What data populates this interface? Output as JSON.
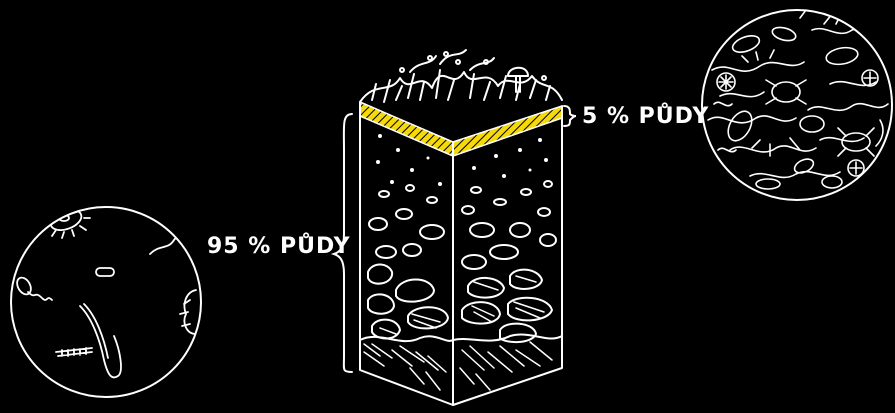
{
  "labels": {
    "topsoil": "5 % PŮDY",
    "subsoil": "95 % PŮDY"
  },
  "colors": {
    "background": "#000000",
    "line": "#ffffff",
    "highlight": "#f5d90a"
  },
  "icons": {
    "left_circle": "sparse-microorganisms-circle",
    "right_circle": "dense-organisms-circle",
    "soil_column": "soil-profile-block"
  }
}
